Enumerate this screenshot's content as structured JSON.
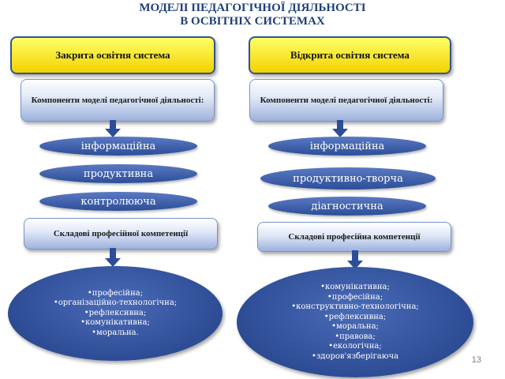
{
  "title": {
    "line1": "МОДЕЛІ ПЕДАГОГІЧНОЇ ДІЯЛЬНОСТІ",
    "line2": "В ОСВІТНІХ СИСТЕМАХ"
  },
  "colors": {
    "header_yellow": "#f2d200",
    "accent_blue": "#2f5597",
    "pill_blue": "#2c4e98"
  },
  "left": {
    "system": "Закрита освітня система",
    "components": "Компоненти моделі педагогічної діяльності:",
    "pills": [
      "інформаційна",
      "продуктивна",
      "контролююча"
    ],
    "competences": "Складові професійної компетенції",
    "items": [
      "•професійна;",
      "•організаційно-технологічна;",
      "•рефлексивна;",
      "•комунікативна;",
      "•моральна."
    ]
  },
  "right": {
    "system": "Відкрита освітня система",
    "components": "Компоненти моделі педагогічної діяльності:",
    "pills": [
      "інформаційна",
      "продуктивно-творча",
      "діагностична"
    ],
    "competences": "Складові професійна компетенції",
    "items": [
      "•комунікативна;",
      "•професійна;",
      "•конструктивно-технологічна;",
      "•рефлексивна;",
      "•моральна;",
      "•правова;",
      "•екологічна;",
      "•здоров'язберігаюча"
    ]
  },
  "page_number": "13"
}
